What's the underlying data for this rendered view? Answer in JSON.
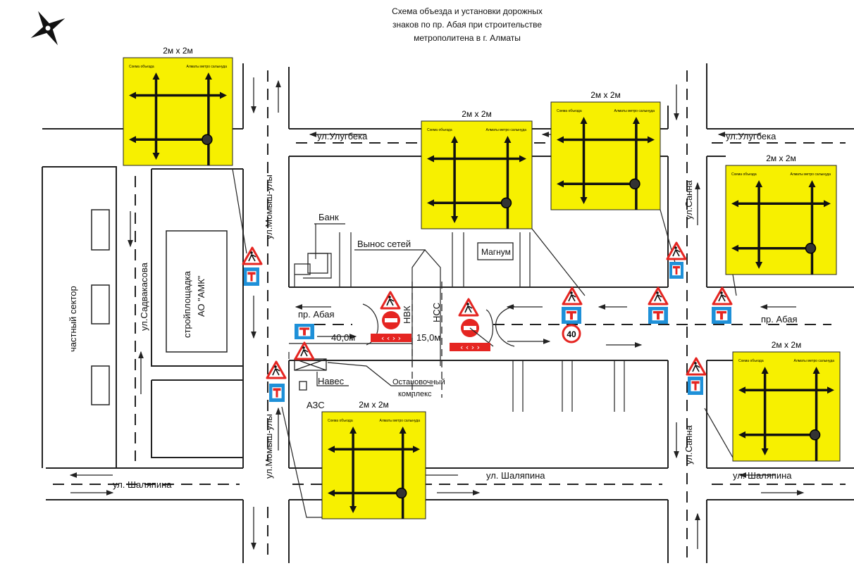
{
  "title": {
    "line1": "Схема объезда и установки дорожных",
    "line2": "знаков по пр. Абая при строительстве",
    "line3": "метрополитена в г. Алматы"
  },
  "streets": {
    "ulugbeka_left": "ул.Улугбека",
    "ulugbeka_right": "ул.Улугбека",
    "abaya_left": "пр. Абая",
    "abaya_right": "пр. Абая",
    "shalyapina_left": "ул. Шаляпина",
    "shalyapina_mid": "ул. Шаляпина",
    "shalyapina_right": "ул. Шаляпина",
    "momysh_top": "ул.Момыш-улы",
    "momysh_bottom": "ул.Момыш-улы",
    "sadvakasova": "ул.Садвакасова",
    "sanna_top": "ул.Санна",
    "sanna_bottom": "ул.Санна"
  },
  "labels": {
    "private_sector": "частный сектор",
    "construction_line1": "стройплощадка",
    "construction_line2": "АО \"АМК\"",
    "bank": "Банк",
    "networks": "Вынос сетей",
    "magnum": "Магнум",
    "nvk": "НВК",
    "nss": "НСС",
    "distance_1": "40,0м",
    "distance_2": "15,0м",
    "canopy": "Навес",
    "stop_complex_line1": "Остановочный",
    "stop_complex_line2": "комплекс",
    "gas_station": "АЗС",
    "speed_limit": "40"
  },
  "panels": [
    {
      "size": "2м х 2м",
      "title": "Схема объезда",
      "note": "Алматы метро салынуда"
    },
    {
      "size": "2м х 2м",
      "title": "Схема объезда",
      "note": "Алматы метро салынуда"
    },
    {
      "size": "2м х 2м",
      "title": "Схема объезда",
      "note": "Алматы метро салынуда"
    },
    {
      "size": "2м х 2м",
      "title": "Схема объезда",
      "note": "Алматы метро салынуда"
    },
    {
      "size": "2м х 2м",
      "title": "Схема объезда",
      "note": "Алматы метро салынуда"
    },
    {
      "size": "2м х 2м",
      "title": "Схема объезда",
      "note": "Алматы метро салынуда"
    }
  ],
  "colors": {
    "panel": "#f7f000",
    "sign_red": "#e52521",
    "sign_blue": "#1e90d8"
  }
}
